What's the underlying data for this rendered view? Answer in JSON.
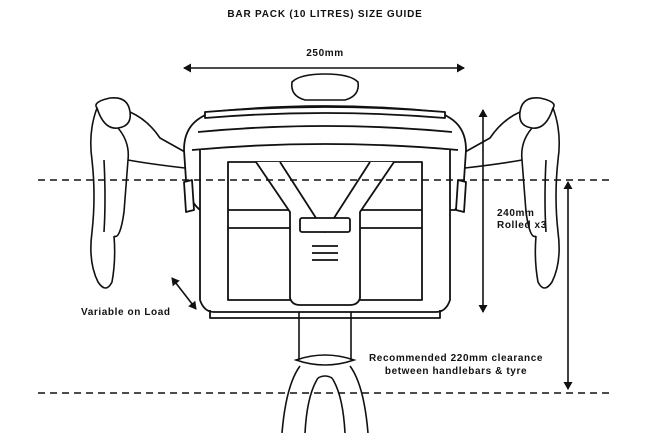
{
  "diagram": {
    "title": "BAR PACK (10 LITRES) SIZE GUIDE",
    "width_label": "250mm",
    "height_label_line1": "240mm",
    "height_label_line2": "Rolled x3",
    "load_label": "Variable on Load",
    "clearance_line1": "Recommended 220mm clearance",
    "clearance_line2": "between handlebars & tyre"
  },
  "colors": {
    "line": "#111111",
    "background": "#ffffff"
  }
}
